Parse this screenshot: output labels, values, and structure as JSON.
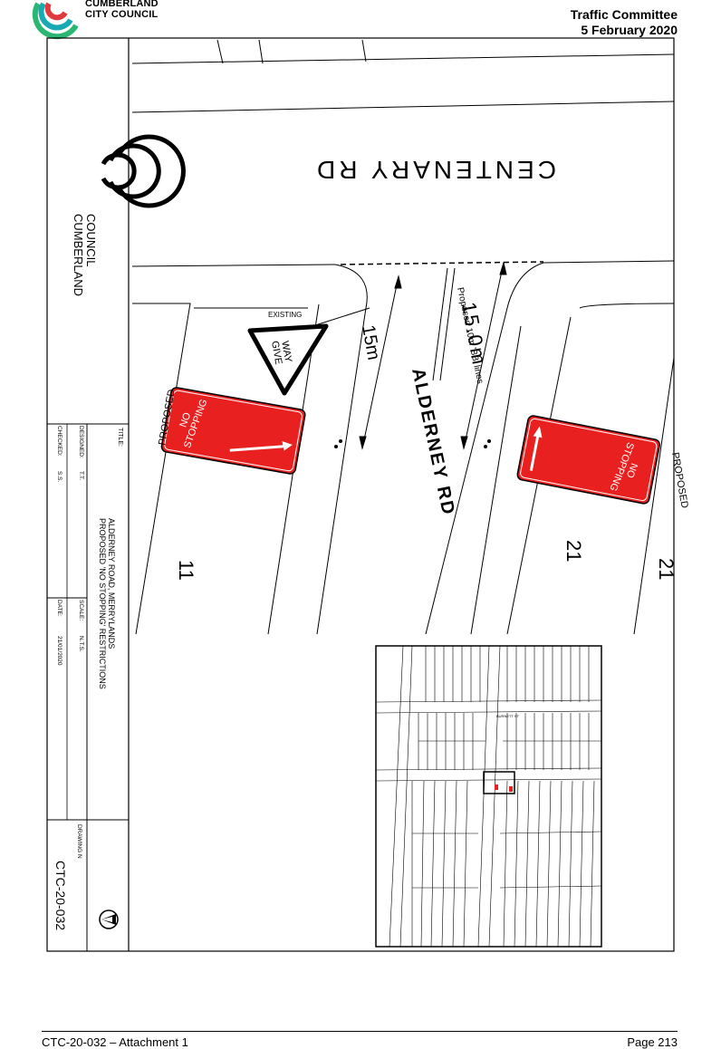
{
  "header": {
    "council_line1": "CUMBERLAND",
    "council_line2": "CITY COUNCIL",
    "committee": "Traffic Committee",
    "date": "5 February 2020"
  },
  "title_block": {
    "logo_line1": "CUMBERLAND",
    "logo_line2": "COUNCIL",
    "title_label": "TITLE:",
    "title_line1": "ALDERNEY ROAD, MERRYLANDS",
    "title_line2": "PROPOSED 'NO STOPPING' RESTRICTIONS",
    "designed_label": "DESIGNED:",
    "designed_value": "T.T.",
    "checked_label": "CHECKED:",
    "checked_value": "S.S.",
    "scale_label": "SCALE:",
    "scale_value": "N.T.S.",
    "date_label": "DATE:",
    "date_value": "21/01/2020",
    "drawing_label": "DRAWING N",
    "drawing_number": "CTC-20-032"
  },
  "plan": {
    "centenary_road": "CENTENARY RD",
    "alderney_road": "ALDERNEY RD",
    "dim_left": "15m",
    "dim_right": "15.0m",
    "bb_note": "Proposed 10m 'BB' lines",
    "existing_label": "EXISTING",
    "give_way_line1": "GIVE",
    "give_way_line2": "WAY",
    "proposed_left": "PROPOSED",
    "proposed_right": "PROPOSED",
    "sign_line1": "NO",
    "sign_line2": "STOPPING",
    "lot_11": "11",
    "lot_21": "21",
    "lot_21b": "21",
    "sign_color": "#e8201f",
    "inset_label": "BURNETT ST"
  },
  "footer": {
    "attachment": "CTC-20-032 – Attachment 1",
    "page": "Page 213"
  },
  "colors": {
    "logo_green": "#2bb673",
    "logo_teal": "#18a9b4",
    "logo_red": "#e03a3e"
  }
}
